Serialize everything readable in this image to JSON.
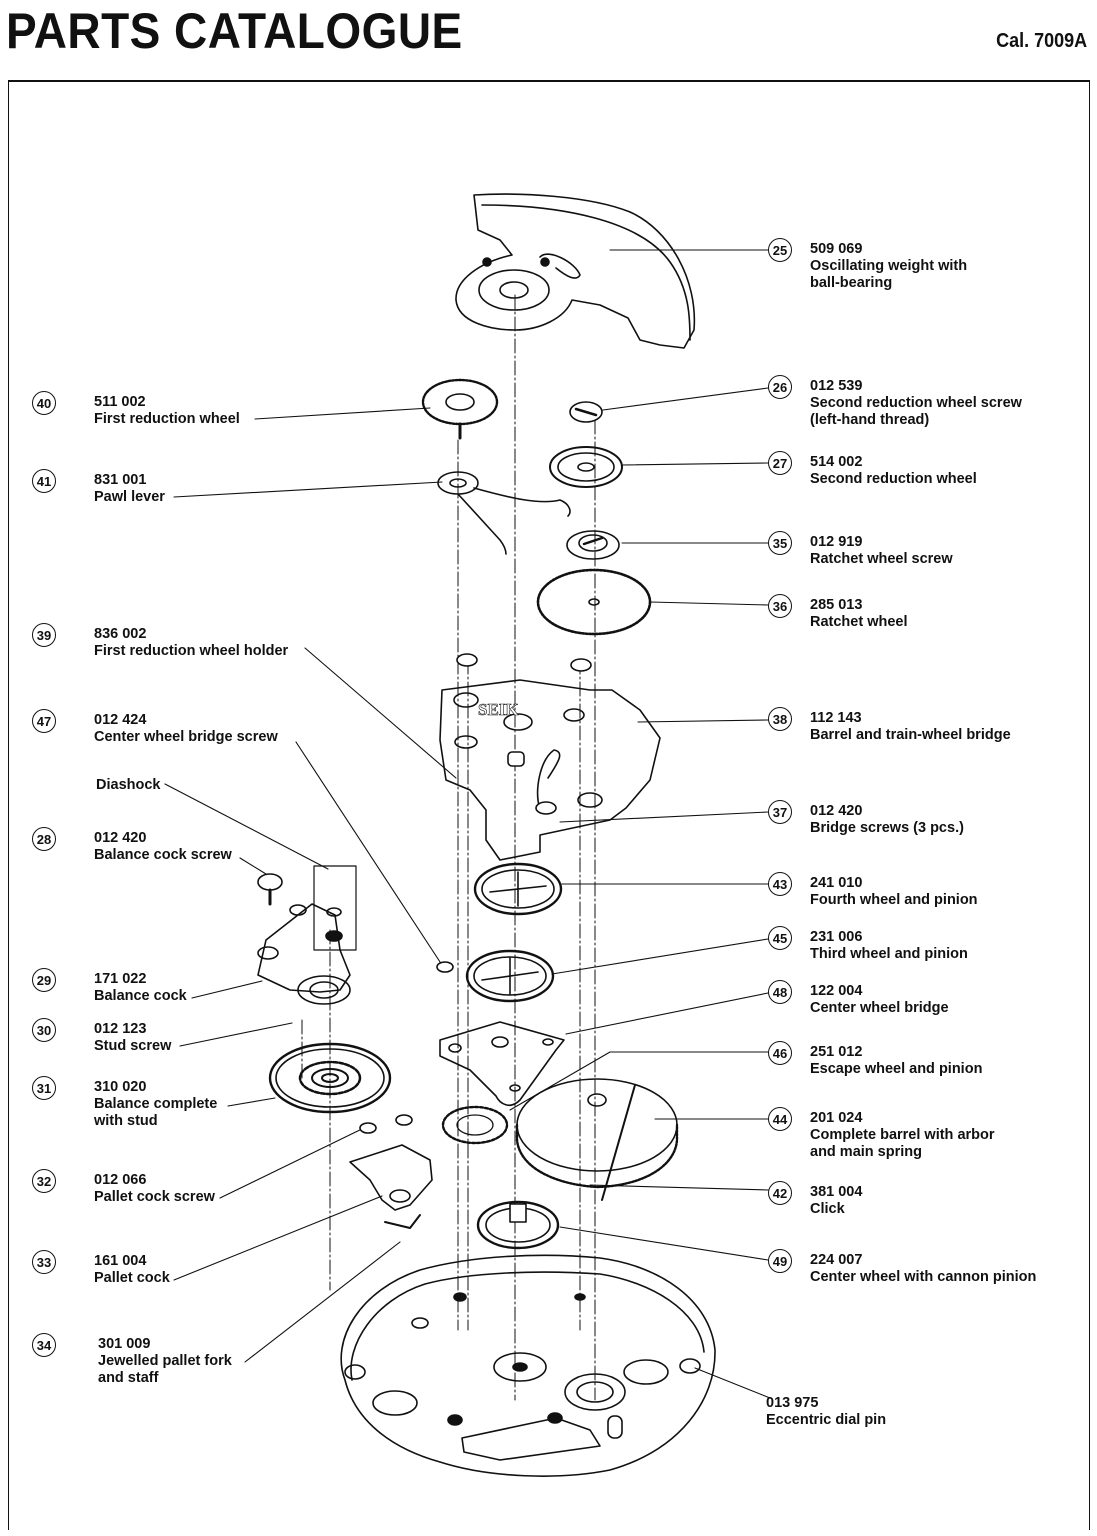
{
  "header": {
    "title": "PARTS CATALOGUE",
    "caliber": "Cal. 7009A"
  },
  "diagram_brand_mark": "SEIK",
  "parts_right": [
    {
      "ref": "25",
      "part_no": "509 069",
      "desc": [
        "Oscillating weight with",
        "ball-bearing"
      ]
    },
    {
      "ref": "26",
      "part_no": "012 539",
      "desc": [
        "Second reduction wheel screw",
        "(left-hand thread)"
      ]
    },
    {
      "ref": "27",
      "part_no": "514 002",
      "desc": [
        "Second reduction wheel"
      ]
    },
    {
      "ref": "35",
      "part_no": "012 919",
      "desc": [
        "Ratchet wheel screw"
      ]
    },
    {
      "ref": "36",
      "part_no": "285 013",
      "desc": [
        "Ratchet wheel"
      ]
    },
    {
      "ref": "38",
      "part_no": "112 143",
      "desc": [
        "Barrel and train-wheel bridge"
      ]
    },
    {
      "ref": "37",
      "part_no": "012 420",
      "desc": [
        "Bridge screws (3 pcs.)"
      ]
    },
    {
      "ref": "43",
      "part_no": "241 010",
      "desc": [
        "Fourth wheel and pinion"
      ]
    },
    {
      "ref": "45",
      "part_no": "231 006",
      "desc": [
        "Third wheel and pinion"
      ]
    },
    {
      "ref": "48",
      "part_no": "122 004",
      "desc": [
        "Center wheel bridge"
      ]
    },
    {
      "ref": "46",
      "part_no": "251 012",
      "desc": [
        "Escape wheel and pinion"
      ]
    },
    {
      "ref": "44",
      "part_no": "201 024",
      "desc": [
        "Complete barrel with arbor",
        "and main spring"
      ]
    },
    {
      "ref": "42",
      "part_no": "381 004",
      "desc": [
        "Click"
      ]
    },
    {
      "ref": "49",
      "part_no": "224 007",
      "desc": [
        "Center wheel with cannon pinion"
      ]
    }
  ],
  "parts_left": [
    {
      "ref": "40",
      "part_no": "511 002",
      "desc": [
        "First reduction wheel"
      ]
    },
    {
      "ref": "41",
      "part_no": "831 001",
      "desc": [
        "Pawl lever"
      ]
    },
    {
      "ref": "39",
      "part_no": "836 002",
      "desc": [
        "First reduction wheel holder"
      ]
    },
    {
      "ref": "47",
      "part_no": "012 424",
      "desc": [
        "Center wheel bridge screw"
      ]
    },
    {
      "ref": "28",
      "part_no": "012 420",
      "desc": [
        "Balance cock screw"
      ]
    },
    {
      "ref": "29",
      "part_no": "171 022",
      "desc": [
        "Balance cock"
      ]
    },
    {
      "ref": "30",
      "part_no": "012 123",
      "desc": [
        "Stud screw"
      ]
    },
    {
      "ref": "31",
      "part_no": "310 020",
      "desc": [
        "Balance complete",
        "with stud"
      ]
    },
    {
      "ref": "32",
      "part_no": "012 066",
      "desc": [
        "Pallet cock screw"
      ]
    },
    {
      "ref": "33",
      "part_no": "161 004",
      "desc": [
        "Pallet cock"
      ]
    },
    {
      "ref": "34",
      "part_no": "301 009",
      "desc": [
        "Jewelled pallet fork",
        "and staff"
      ]
    }
  ],
  "unnumbered_labels": {
    "diashock": "Diashock",
    "eccentric_dial_pin": {
      "part_no": "013 975",
      "desc": "Eccentric dial pin"
    }
  }
}
